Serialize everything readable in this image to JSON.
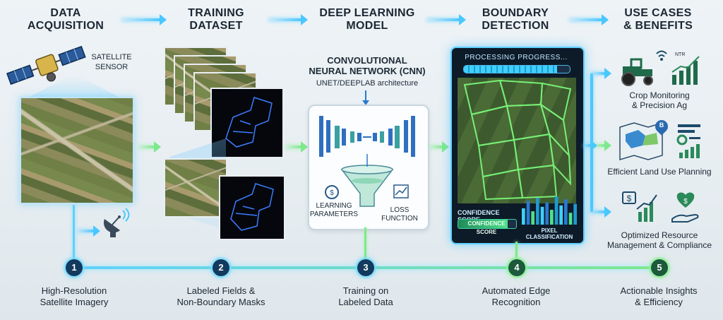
{
  "stages": [
    {
      "title_line1": "DATA",
      "title_line2": "ACQUISITION"
    },
    {
      "title_line1": "TRAINING",
      "title_line2": "DATASET"
    },
    {
      "title_line1": "DEEP LEARNING",
      "title_line2": "MODEL"
    },
    {
      "title_line1": "BOUNDARY",
      "title_line2": "DETECTION"
    },
    {
      "title_line1": "USE CASES",
      "title_line2": "& BENEFITS"
    }
  ],
  "acquisition": {
    "sensor_line1": "SATELLITE",
    "sensor_line2": "SENSOR"
  },
  "model": {
    "title_line1": "CONVOLUTIONAL",
    "title_line2": "NEURAL NETWORK (CNN)",
    "subtitle": "UNET/DEEPLAB architecture",
    "learning_line1": "LEARNING",
    "learning_line2": "PARAMETERS",
    "loss_line1": "LOSS",
    "loss_line2": "FUNCTION"
  },
  "detection": {
    "progress_title": "PROCESSING PROGRESS...",
    "progress": 0.88,
    "confidence_label": "CONFIDENCE SCORE",
    "confidence_bar_label": "CONFIDENCE SCORE",
    "confidence": 0.85,
    "pixel_label": "PIXEL CLASSIFICATION",
    "pixel_bars": [
      0.55,
      0.8,
      0.45,
      0.9,
      0.6,
      0.75,
      0.5,
      0.95,
      0.65,
      0.85,
      0.4,
      0.7
    ]
  },
  "use_cases": [
    {
      "line1": "Crop Monitoring",
      "line2": "& Precision Ag",
      "icon_text": "NTR"
    },
    {
      "line1": "Efficient Land Use Planning",
      "line2": "",
      "icon_text": "B"
    },
    {
      "line1": "Optimized Resource",
      "line2": "Management & Compliance",
      "icon_text": "$"
    }
  ],
  "steps": [
    {
      "num": "1",
      "line1": "High-Resolution",
      "line2": "Satellite Imagery"
    },
    {
      "num": "2",
      "line1": "Labeled Fields &",
      "line2": "Non-Boundary Masks"
    },
    {
      "num": "3",
      "line1": "Training on",
      "line2": "Labeled Data"
    },
    {
      "num": "4",
      "line1": "Automated Edge",
      "line2": "Recognition"
    },
    {
      "num": "5",
      "line1": "Actionable Insights",
      "line2": "& Efficiency"
    }
  ],
  "colors": {
    "accent_blue": "#49c7ff",
    "accent_green": "#7ee88c",
    "panel_dark": "#0d1a28",
    "step_blue": "#123a5e"
  }
}
